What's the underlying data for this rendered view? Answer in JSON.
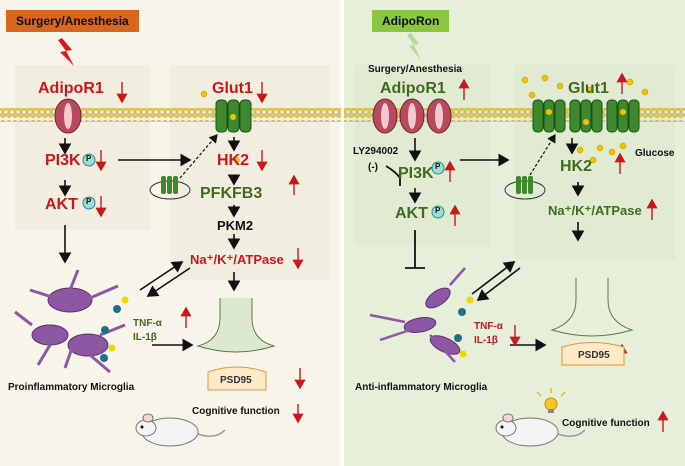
{
  "left": {
    "header": "Surgery/Anesthesia",
    "adiporeceptor": "AdipoR1",
    "glut": "Glut1",
    "pi3k": "PI3K",
    "akt": "AKT",
    "hk2": "HK2",
    "pfkfb3": "PFKFB3",
    "pkm2": "PKM2",
    "atpase": "Na⁺/K⁺/ATPase",
    "tnf": "TNF-α",
    "il1": "IL-1β",
    "microglia": "Proinflammatory Microglia",
    "psd95": "PSD95",
    "cognitive": "Cognitive function"
  },
  "right": {
    "header": "AdipoRon",
    "surgery": "Surgery/Anesthesia",
    "adiporeceptor": "AdipoR1",
    "glut": "Glut1",
    "glucose": "Glucose",
    "inhibitor": "LY294002",
    "inhibit_mark": "(-)",
    "pi3k": "PI3K",
    "akt": "AKT",
    "hk2": "HK2",
    "atpase": "Na⁺/K⁺/ATPase",
    "tnf": "TNF-α",
    "il1": "IL-1β",
    "microglia": "Anti-inflammatory Microglia",
    "psd95": "PSD95",
    "cognitive": "Cognitive function"
  },
  "phospho_mark": "P",
  "colors": {
    "left_bg": "#f7f4e9",
    "right_bg": "#e6efd9",
    "left_tag": "#d9661f",
    "right_tag": "#8cc63f",
    "arrow_red": "#c8171d",
    "membrane": "#e3c65c",
    "receptor": "#b94a5e",
    "glut": "#3d8a2e",
    "microglia": "#8e57a4"
  }
}
